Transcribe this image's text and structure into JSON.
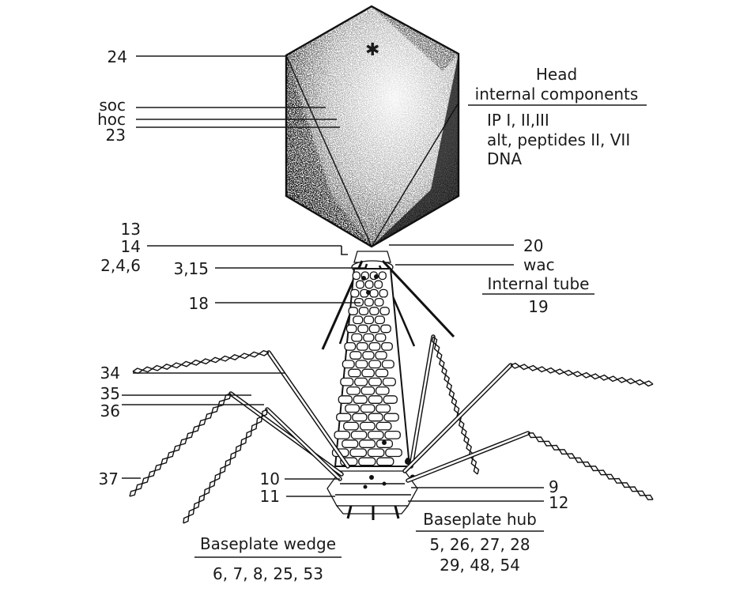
{
  "labels": {
    "gp24": "24",
    "soc": "soc",
    "hoc": "hoc",
    "gp23": "23",
    "gp13": "13",
    "gp14": "14",
    "gp2_4_6": "2,4,6",
    "gp3_15": "3,15",
    "gp18": "18",
    "gp20": "20",
    "wac": "wac",
    "gp19": "19",
    "gp34": "34",
    "gp35": "35",
    "gp36": "36",
    "gp37": "37",
    "gp10": "10",
    "gp11": "11",
    "gp9": "9",
    "gp12": "12"
  },
  "head_components": {
    "title_line1": "Head",
    "title_line2": "internal components",
    "items": [
      "IP I, II,III",
      "alt, peptides II, VII",
      "DNA"
    ]
  },
  "internal_tube": {
    "title": "Internal tube"
  },
  "baseplate_wedge": {
    "title": "Baseplate wedge",
    "proteins": "6, 7, 8, 25, 53"
  },
  "baseplate_hub": {
    "title": "Baseplate hub",
    "proteins_line1": "5, 26, 27, 28",
    "proteins_line2": "29, 48, 54"
  }
}
